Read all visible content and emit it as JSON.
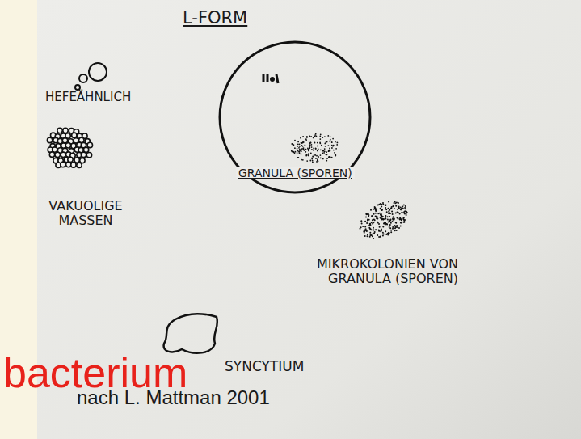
{
  "diagram": {
    "labels": [
      "L-FORM",
      "HEFEÄHNLICH",
      "GRANULA (SPOREN)",
      "VAKUOLIGE MASSEN",
      "MIKROKOLONIEN VON GRANULA (SPOREN)",
      "SYNCYTIUM",
      "bacterium",
      "nach L. Mattman 2001"
    ]
  }
}
